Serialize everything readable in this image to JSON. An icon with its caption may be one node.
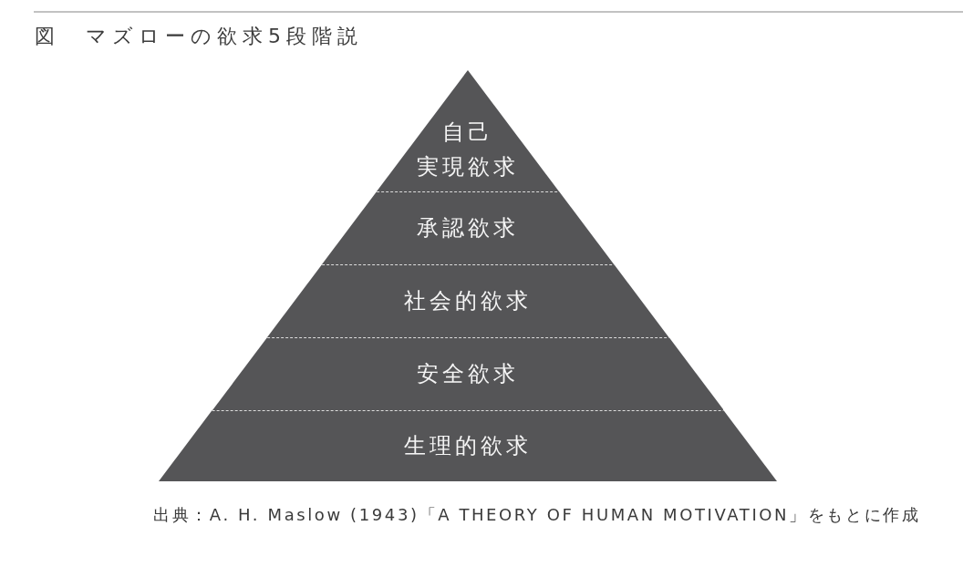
{
  "diagram": {
    "title": "図　マズローの欲求5段階説",
    "nodes": [
      {
        "text": [
          "自己実現欲求"
        ]
      },
      {
        "text": [
          "承認欲求"
        ]
      },
      {
        "text": [
          "社会的欲求"
        ]
      },
      {
        "text": [
          "安全欲求"
        ]
      },
      {
        "text": [
          "生理的欲求"
        ]
      }
    ],
    "caption": "出典：A. H. Maslow (1943)「A THEORY OF HUMAN MOTIVATION」をもとに作成"
  }
}
